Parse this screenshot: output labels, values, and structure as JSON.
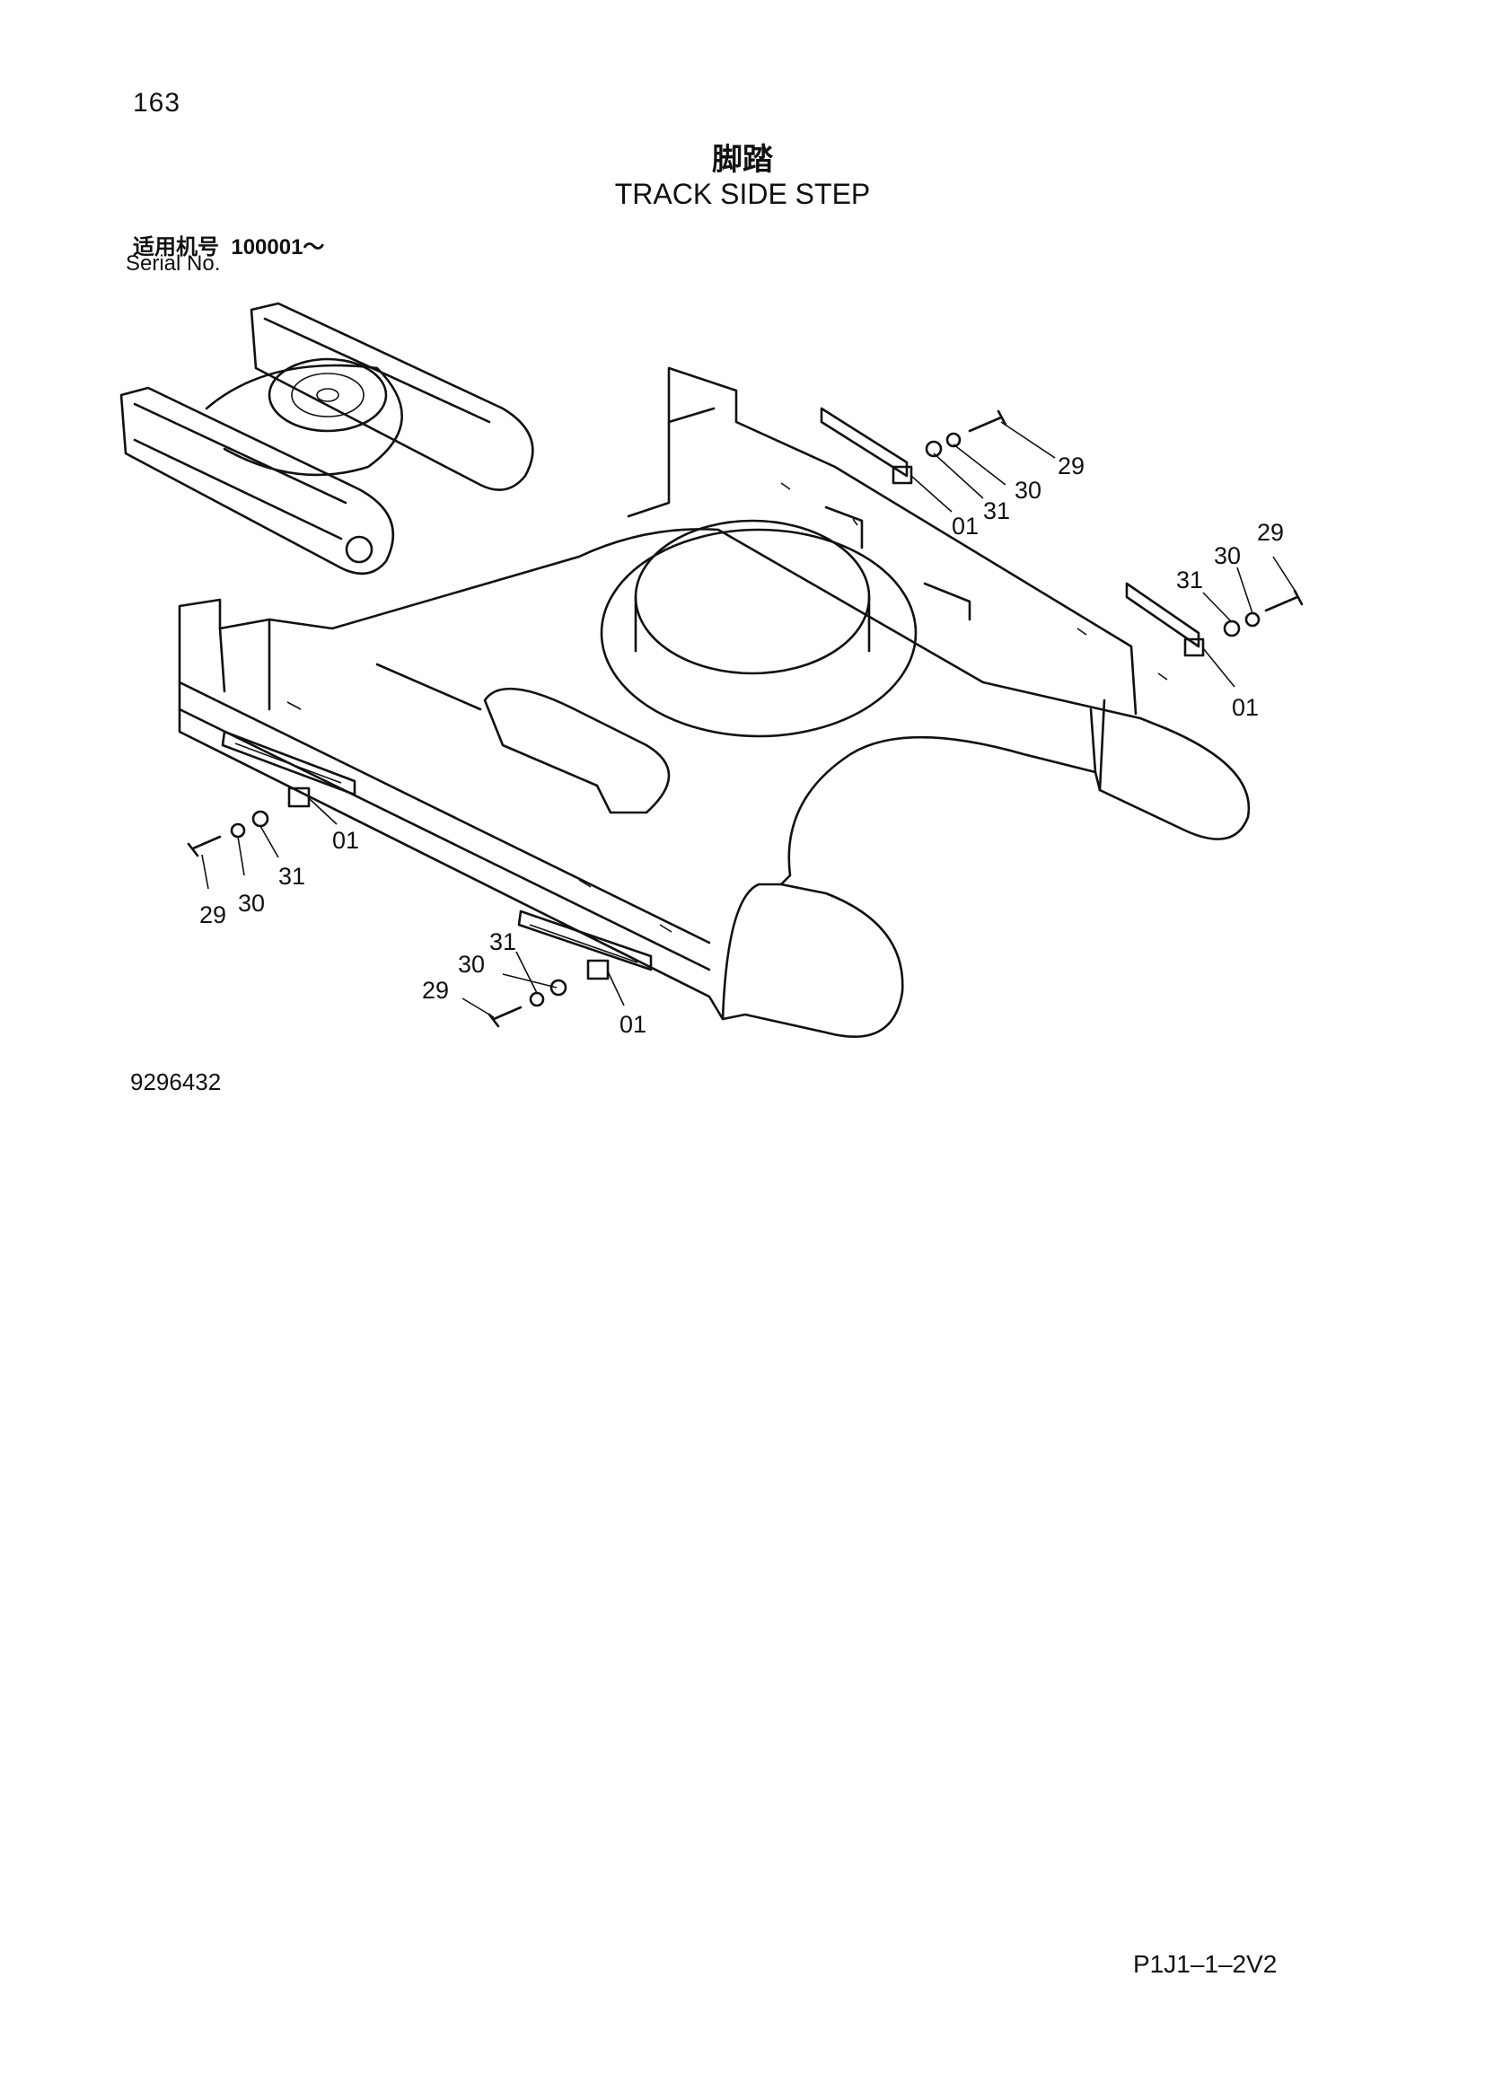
{
  "page_number": "163",
  "title_cn": "脚踏",
  "title_en": "TRACK SIDE STEP",
  "serial": {
    "label_cn": "适用机号",
    "from": "100001～",
    "label_en": "Serial No."
  },
  "callouts": {
    "part_01": "01",
    "part_29": "29",
    "part_30": "30",
    "part_31": "31"
  },
  "drawing_number": "9296432",
  "page_code": "P1J1–1–2V2"
}
